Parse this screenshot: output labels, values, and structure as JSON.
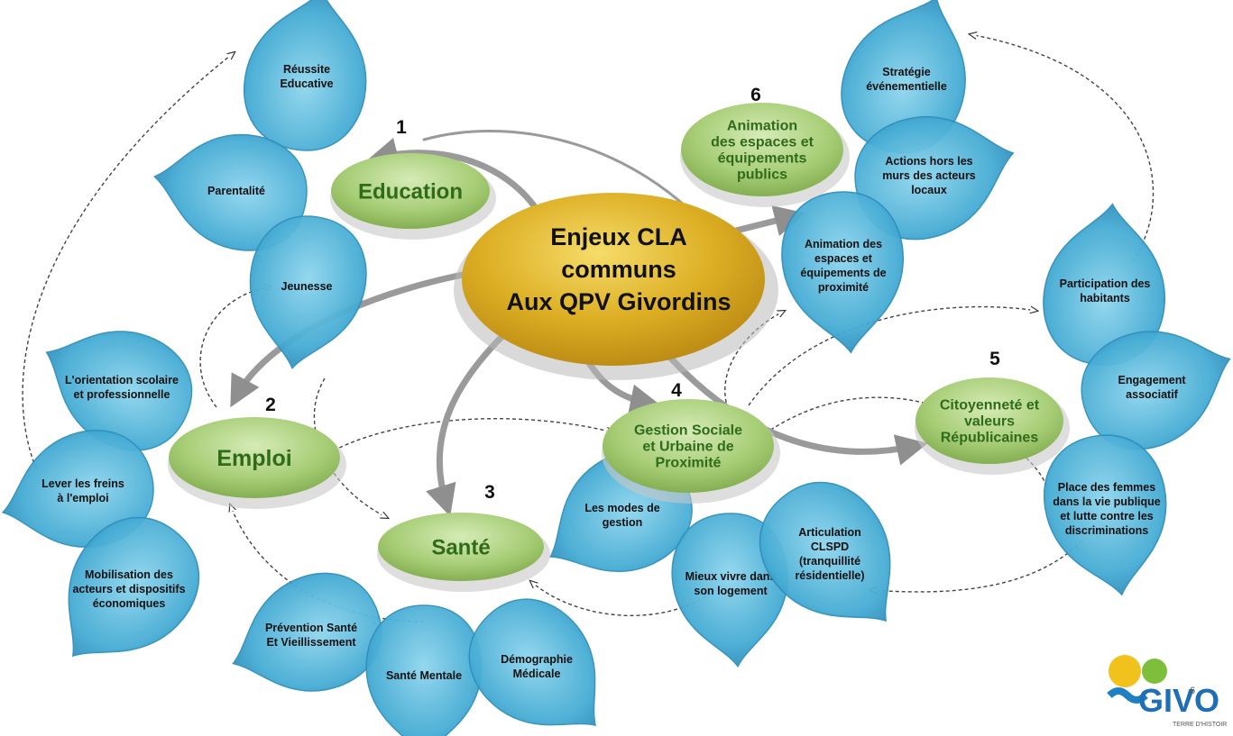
{
  "center": {
    "lines": [
      "Enjeux CLA",
      "communs",
      "Aux QPV Givordins"
    ]
  },
  "themes": [
    {
      "id": "education",
      "number": "1",
      "lines": [
        "Education"
      ],
      "petals": [
        [
          "Réussite",
          "Educative"
        ],
        [
          "Parentalité"
        ],
        [
          "Jeunesse"
        ]
      ]
    },
    {
      "id": "emploi",
      "number": "2",
      "lines": [
        "Emploi"
      ],
      "petals": [
        [
          "L'orientation scolaire",
          "et professionnelle"
        ],
        [
          "Lever les freins",
          "à l'emploi"
        ],
        [
          "Mobilisation des",
          "acteurs et dispositifs",
          "économiques"
        ]
      ]
    },
    {
      "id": "sante",
      "number": "3",
      "lines": [
        "Santé"
      ],
      "petals": [
        [
          "Prévention Santé",
          "Et Vieillissement"
        ],
        [
          "Santé Mentale"
        ],
        [
          "Démographie",
          "Médicale"
        ]
      ]
    },
    {
      "id": "gestion",
      "number": "4",
      "lines": [
        "Gestion Sociale",
        "et Urbaine de",
        "Proximité"
      ],
      "petals": [
        [
          "Les modes de",
          "gestion"
        ],
        [
          "Mieux vivre dans",
          "son logement"
        ],
        [
          "Articulation",
          "CLSPD",
          "(tranquillité",
          "résidentielle)"
        ]
      ]
    },
    {
      "id": "citoyennete",
      "number": "5",
      "lines": [
        "Citoyenneté et",
        "valeurs",
        "Républicaines"
      ],
      "petals": [
        [
          "Participation des",
          "habitants"
        ],
        [
          "Engagement",
          "associatif"
        ],
        [
          "Place des femmes",
          "dans la vie publique",
          "et lutte contre les",
          "discriminations"
        ]
      ]
    },
    {
      "id": "animation",
      "number": "6",
      "lines": [
        "Animation",
        "des espaces et",
        "équipements",
        "publics"
      ],
      "petals": [
        [
          "Stratégie",
          "événementielle"
        ],
        [
          "Actions hors les",
          "murs des acteurs",
          "locaux"
        ],
        [
          "Animation  des",
          "espaces et",
          "équipements de",
          "proximité"
        ]
      ]
    }
  ],
  "logo": {
    "text": "GIVO",
    "subtext": "TERRE D'HISTOIR",
    "page_number": "6"
  },
  "colors": {
    "petal_fill": "#4aaed3",
    "petal_stroke": "#2f8fbd",
    "theme_fill": "#a8cf7a",
    "theme_text": "#2f6b1b",
    "center_fill": "#d9a91e",
    "arrow": "#9a9a9a",
    "dashed": "#444444"
  }
}
